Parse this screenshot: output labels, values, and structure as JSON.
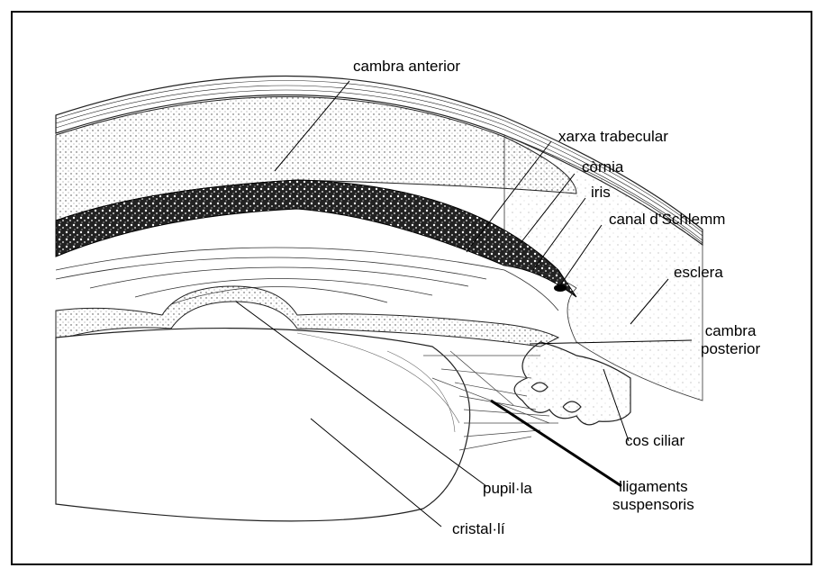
{
  "diagram": {
    "labels": {
      "cambra_anterior": "cambra anterior",
      "xarxa_trabecular": "xarxa trabecular",
      "cornia": "còrnia",
      "iris": "iris",
      "canal_schlemm": "canal d’Schlemm",
      "esclera": "esclera",
      "cambra_posterior_1": "cambra",
      "cambra_posterior_2": "posterior",
      "cos_ciliar": "cos ciliar",
      "pupil_la": "pupil·la",
      "lligaments_1": "lligaments",
      "lligaments_2": "suspensoris",
      "cristal_li": "cristal·lí"
    }
  }
}
